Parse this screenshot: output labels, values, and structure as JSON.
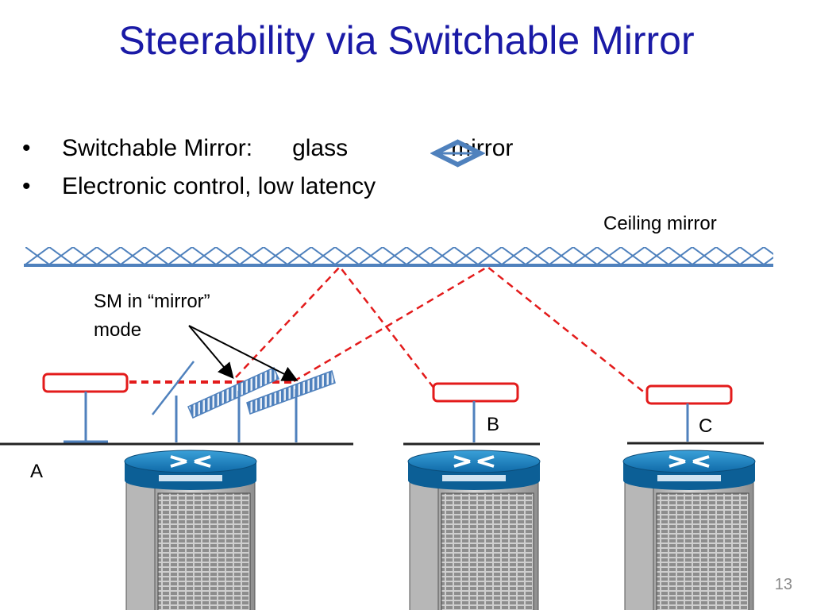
{
  "slide": {
    "title": "Steerability via Switchable Mirror",
    "bullets": [
      {
        "text": "Switchable Mirror:",
        "from": "glass",
        "to": "mirror"
      },
      {
        "text": "Electronic control, low latency"
      }
    ],
    "bullet_glyph": "•",
    "page_number": "13"
  },
  "diagram": {
    "ceiling_label": "Ceiling mirror",
    "sm_label_line1": "SM in “mirror”",
    "sm_label_line2": "mode",
    "rack_labels": [
      "A",
      "B",
      "C"
    ],
    "colors": {
      "title": "#1a1aa6",
      "mirror_blue": "#4f81bd",
      "beam_red": "#e31b1b",
      "rack_gray": "#9a9a9a"
    },
    "icons": [
      "router-icon",
      "server-rack-icon",
      "double-arrow-icon"
    ]
  }
}
